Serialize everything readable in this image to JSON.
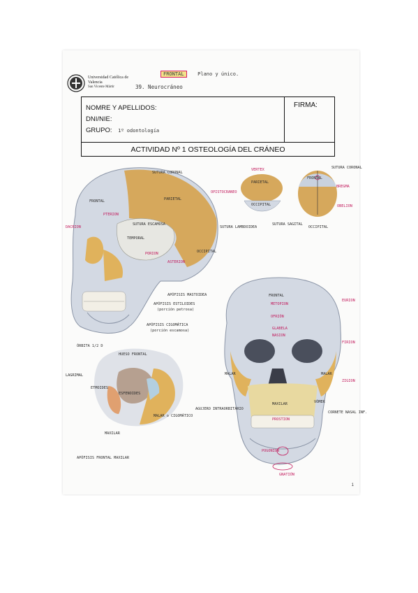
{
  "header": {
    "university_name": "Universidad Católica de Valencia",
    "campus": "San Vicente Mártir",
    "top_note_boxed": "FRONTAL",
    "top_note": "Plano y único.",
    "student_number": "39. Neurocráneo"
  },
  "form": {
    "name_label": "NOMRE Y APELLIDOS:",
    "dni_label": "DNI/NIE:",
    "group_label": "GRUPO:",
    "group_value": "1º odontología",
    "signature_label": "FIRMA:",
    "activity_title": "ACTIVIDAD Nº 1 OSTEOLOGÍA DEL CRÁNEO"
  },
  "lateral_view": {
    "labels": [
      "SUTURA CORONAL",
      "FRONTAL",
      "PARIETAL",
      "SUTURA ESCAMOSA",
      "TEMPORAL",
      "OCCIPITAL",
      "APÓFISIS MASTOIDEA",
      "APÓFISIS ESTILOIDES",
      "(porción petrosa)",
      "APÓFISIS CIGOMÁTICA",
      "(porción escamosa)"
    ],
    "landmarks": [
      "PTERION",
      "DACRION",
      "PORION",
      "ASTERION"
    ]
  },
  "top_view": {
    "labels": [
      "VERTEX",
      "PARIETAL",
      "OPISTOCRANEO",
      "OCCIPITAL",
      "SUTURA LAMBDOIDEA"
    ]
  },
  "posterior_view": {
    "labels": [
      "SUTURA CORONAL",
      "FRONTAL",
      "BREGMA",
      "OBELION",
      "SUTURA SAGITAL",
      "OCCIPITAL"
    ]
  },
  "orbit_view": {
    "title": "ÓRBITA 1/2 D",
    "labels": [
      "HUESO FRONTAL",
      "LAGRIMAL",
      "ETMOIDES",
      "ESFENOIDES",
      "MAXILAR",
      "MALAR o CIGOMÁTICO",
      "APÓFISIS FRONTAL MAXILAR"
    ]
  },
  "frontal_view": {
    "labels": [
      "FRONTAL",
      "MALAR",
      "MALAR",
      "MAXILAR",
      "AGUJERO INTRAORBITARIO",
      "CORNETE NASAL INF.",
      "VÓMER"
    ],
    "landmarks": [
      "METOPION",
      "OFRIÓN",
      "GLABELA",
      "NASION",
      "EURION",
      "FIRION",
      "ZIGION",
      "PROSTION",
      "POGONION",
      "GNATIÓN"
    ]
  },
  "page_number": "1",
  "colors": {
    "skull_bone": "#d3d9e3",
    "parietal_fill": "#d6a85c",
    "temporal_fill": "#e7e7e2",
    "maxilla_fill": "#e8d9a0",
    "malar_fill": "#e0b25c",
    "sphenoid_fill": "#b3cfe0",
    "annotation_pink": "#c2185b"
  }
}
